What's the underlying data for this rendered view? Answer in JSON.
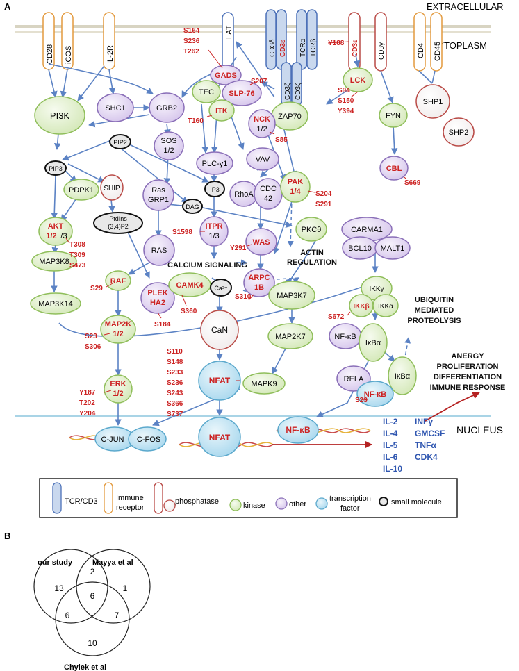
{
  "panel_a": {
    "label": "A",
    "compartments": {
      "extracellular": "EXTRACELLULAR",
      "cytoplasm": "CYTOPLASM",
      "nucleus": "NUCLEUS"
    },
    "receptors": {
      "cd28": "CD28",
      "icos": "iCOS",
      "il2r": "IL-2R",
      "lat": "LAT",
      "cd3d": "CD3δ",
      "cd3e": "CD3ε",
      "tcra": "TCRα",
      "tcrb": "TCRβ",
      "cd3e2": "CD3ε",
      "cd3g": "CD3γ",
      "cd4": "CD4",
      "cd45": "CD45",
      "cd3z1": "CD3ζ",
      "cd3z2": "CD3ζ"
    },
    "nodes": {
      "pi3k": "PI3K",
      "shc1": "SHC1",
      "grb2": "GRB2",
      "gads": "GADS",
      "slp76": "SLP-76",
      "tec": "TEC",
      "itk": "ITK",
      "zap70": "ZAP70",
      "lck": "LCK",
      "nck_a": "NCK",
      "nck_b": "1/2",
      "fyn": "FYN",
      "shp1": "SHP1",
      "shp2": "SHP2",
      "cbl": "CBL",
      "pip2": "PIP2",
      "pip3": "PIP3",
      "sos_a": "SOS",
      "sos_b": "1/2",
      "plcg1": "PLC-γ1",
      "vav": "VAV",
      "pdpk1": "PDPK1",
      "ship": "SHIP",
      "rasgrp_a": "Ras",
      "rasgrp_b": "GRP1",
      "ip3": "IP3",
      "dag": "DAG",
      "rhoa": "RhoA",
      "cdc42_a": "CDC",
      "cdc42_b": "42",
      "pak_a": "PAK",
      "pak_b": "1/4",
      "akt_a": "AKT",
      "akt_b": "1/2",
      "akt_c": "/3",
      "ptdins_a": "PtdIns",
      "ptdins_b": "(3,4)P2",
      "itpr_a": "ITPR",
      "itpr_b": "1/3",
      "pkct": "PKCθ",
      "carma1": "CARMA1",
      "bcl10": "BCL10",
      "malt1": "MALT1",
      "ras": "RAS",
      "was": "WAS",
      "map3k8": "MAP3K8",
      "raf": "RAF",
      "plek_a": "PLEK",
      "plek_b": "HA2",
      "camk4": "CAMK4",
      "ca": "Ca²⁺",
      "arpc_a": "ARPC",
      "arpc_b": "1B",
      "ikkg": "IKKγ",
      "ikkb": "IKKβ",
      "ikka": "IKKα",
      "map3k7": "MAP3K7",
      "map3k14": "MAP3K14",
      "map2k_a": "MAP2K",
      "map2k_b": "1/2",
      "can": "CaN",
      "nfkb1": "NF-κB",
      "ikba1": "IκBα",
      "ikba2": "IκBα",
      "map2k7": "MAP2K7",
      "rela": "RELA",
      "nfkb2": "NF-κB",
      "nfat1": "NFAT",
      "mapk9": "MAPK9",
      "erk_a": "ERK",
      "erk_b": "1/2",
      "cjun": "C-JUN",
      "cfos": "C-FOS",
      "nfat2": "NFAT",
      "nfkb3": "NF-κB"
    },
    "sites": {
      "lat": [
        "S164",
        "S236",
        "T262"
      ],
      "slp76": "S207",
      "cd3e": "Y188",
      "lck": [
        "S94",
        "S150",
        "Y394"
      ],
      "itk": "T160",
      "nck": "S85",
      "cbl": "S669",
      "pak": [
        "S204",
        "S291"
      ],
      "akt": [
        "T308",
        "T309",
        "S473"
      ],
      "itpr": "S1598",
      "was": "Y291",
      "raf": "S29",
      "camk4": "S360",
      "plek": "S184",
      "arpc": "S310",
      "ikkb": "S672",
      "map2k": [
        "S23",
        "S306"
      ],
      "nfat": [
        "S110",
        "S148",
        "S233",
        "S236",
        "S243",
        "S366",
        "S737"
      ],
      "nfkb": "S23",
      "erk": [
        "Y187",
        "T202",
        "Y204"
      ]
    },
    "process_labels": {
      "calcium": "CALCIUM SIGNALING",
      "actin_a": "ACTIN",
      "actin_b": "REGULATION",
      "ubiq_a": "UBIQUITIN",
      "ubiq_b": "MEDIATED",
      "ubiq_c": "PROTEOLYSIS",
      "outcome_a": "ANERGY",
      "outcome_b": "PROLIFERATION",
      "outcome_c": "DIFFERENTIATION",
      "outcome_d": "IMMUNE RESPONSE"
    },
    "genes": {
      "c1": [
        "IL-2",
        "IL-4",
        "IL-5",
        "IL-6",
        "IL-10"
      ],
      "c2": [
        "INFγ",
        "GMCSF",
        "TNFα",
        "CDK4"
      ]
    },
    "legend": {
      "tcr": "TCR/CD3",
      "immune_a": "Immune",
      "immune_b": "receptor",
      "phosphatase": "phosphatase",
      "kinase": "kinase",
      "other": "other",
      "tf_a": "transcription",
      "tf_b": "factor",
      "small": "small molecule"
    }
  },
  "panel_b": {
    "label": "B",
    "sets": {
      "a": "our study",
      "b": "Mayya et al",
      "c": "Chylek et al"
    },
    "counts": {
      "a_only": "13",
      "ab": "2",
      "b_only": "1",
      "abc": "6",
      "ac": "6",
      "bc": "7",
      "c_only": "10"
    }
  },
  "colors": {
    "kinase_fill": "#dcebc4",
    "kinase_stroke": "#8fbe5a",
    "other_fill": "#ddd0ee",
    "other_stroke": "#8a6fb8",
    "phos_stroke": "#b94a46",
    "tf_fill": "#b5dff0",
    "tf_stroke": "#5aa8cc",
    "tcr_fill": "#c9d8ee",
    "tcr_stroke": "#4c71b8",
    "immune_stroke": "#e39a3e",
    "arrow": "#5b82c4",
    "site_red": "#cc2222",
    "gene_blue": "#2f56b0",
    "membrane": "#d8d4c2"
  }
}
